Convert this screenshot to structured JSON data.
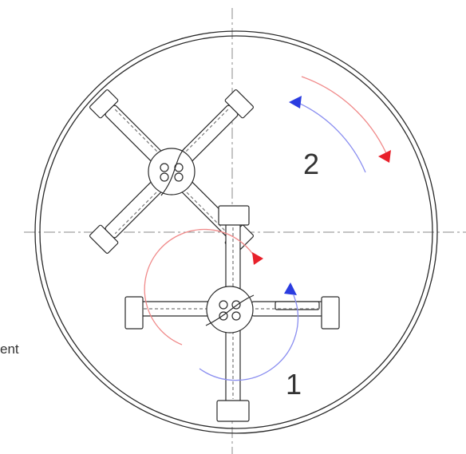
{
  "diagram": {
    "rotor_labels": [
      "1",
      "2"
    ],
    "left_edge_text": "ent"
  },
  "colors": {
    "outline": "#2a2a2a",
    "centerline": "#8a8a8a",
    "arrow_red": "#e8202a",
    "arrow_blue": "#2a3ce0",
    "arc_red": "#f08a8a",
    "arc_blue": "#8a8ef0",
    "text": "#333333"
  }
}
